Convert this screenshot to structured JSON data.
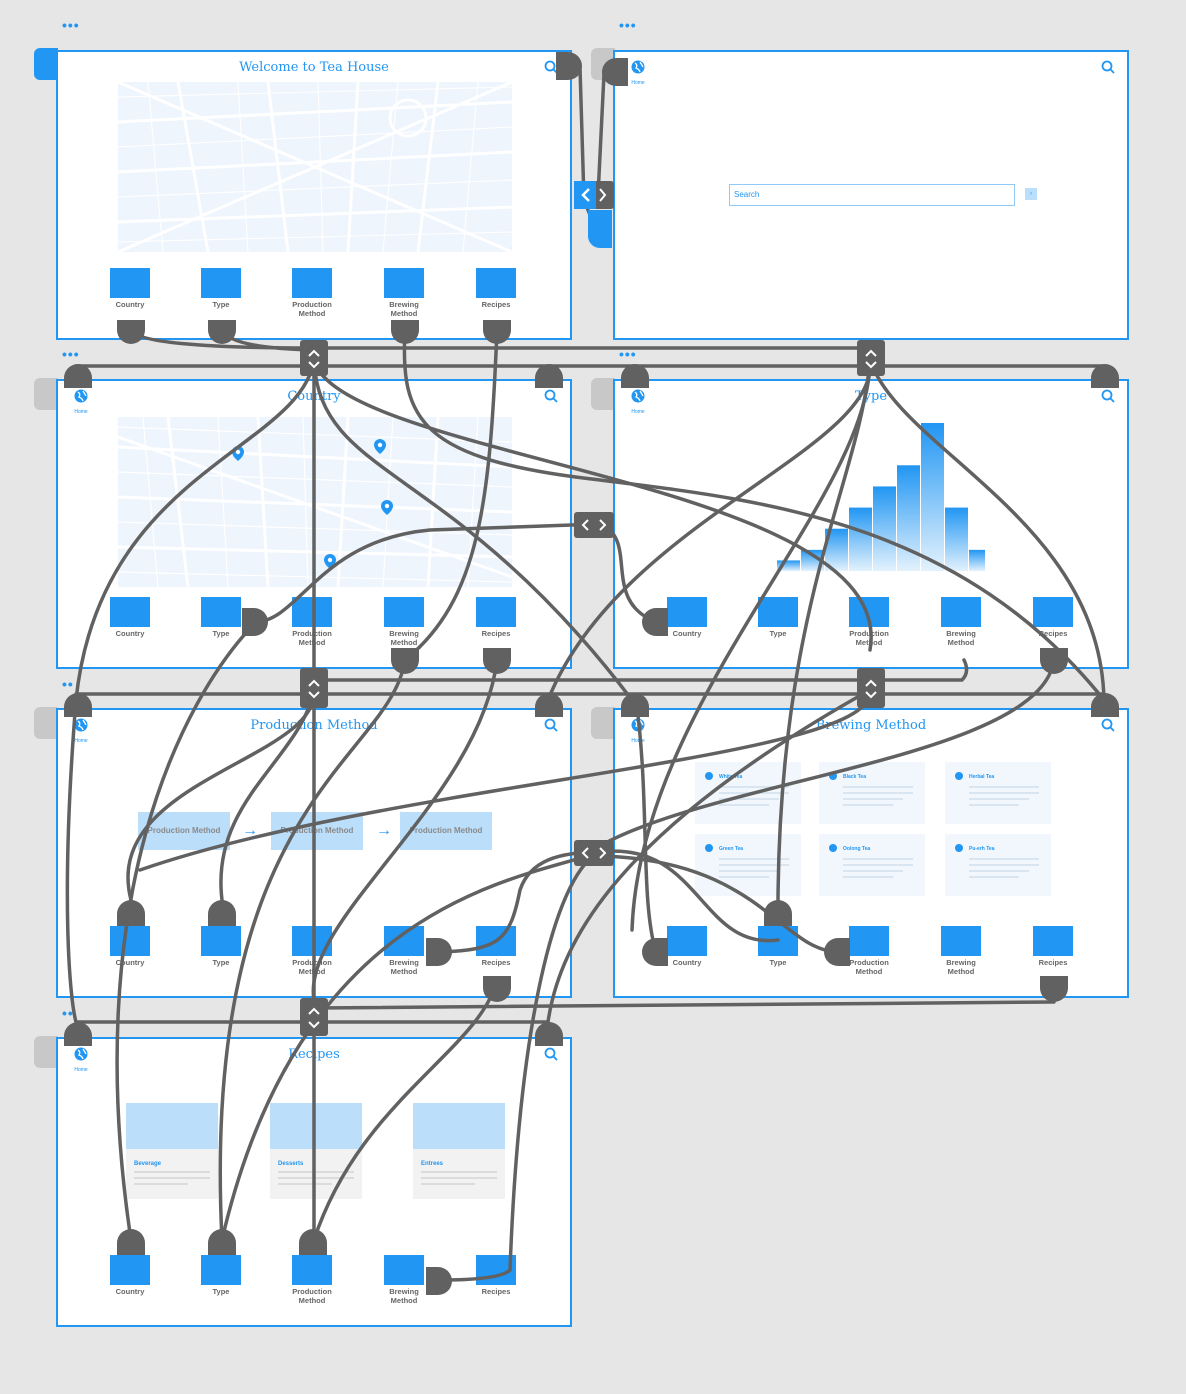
{
  "colors": {
    "accent": "#2196f3",
    "connector": "#616161",
    "map": "#eef5fd"
  },
  "nav_labels": [
    "Country",
    "Type",
    "Production\nMethod",
    "Brewing\nMethod",
    "Recipes"
  ],
  "home_label": "Home",
  "frames": {
    "welcome": {
      "title": "Welcome to Tea House"
    },
    "search": {
      "placeholder": "Search",
      "go": "›"
    },
    "country": {
      "title": "Country"
    },
    "type": {
      "title": "Type",
      "bars": [
        2,
        4,
        8,
        12,
        16,
        20,
        28,
        12,
        4
      ]
    },
    "production": {
      "title": "Production Method",
      "steps": [
        "Production Method",
        "Production Method",
        "Production Method"
      ]
    },
    "brewing": {
      "title": "Brewing Method",
      "cards": [
        "White Tea",
        "Black Tea",
        "Herbal Tea",
        "Green Tea",
        "Oolong Tea",
        "Pu-erh Tea"
      ]
    },
    "recipes": {
      "title": "Recipes",
      "cards": [
        "Beverage",
        "Desserts",
        "Entrees"
      ]
    }
  }
}
